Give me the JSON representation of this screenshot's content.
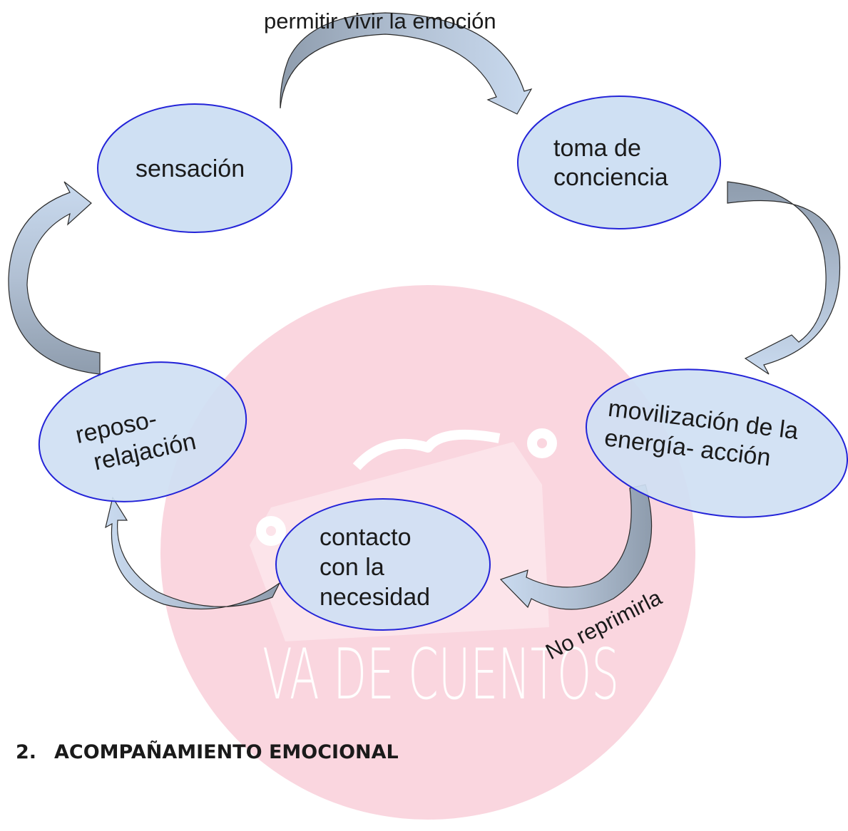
{
  "nodes": {
    "sensacion": [
      "sensación"
    ],
    "toma": [
      "toma de",
      "conciencia"
    ],
    "movilizacion": [
      "movilización de la",
      "energía- acción"
    ],
    "contacto": [
      "contacto",
      "con la",
      "necesidad"
    ],
    "reposo": [
      "reposo-",
      "relajación"
    ]
  },
  "edge_labels": {
    "top": "permitir vivir la emoción",
    "bottom_right": "No reprimirla"
  },
  "watermark": {
    "text": "VA DE CUENTOS",
    "color": "#f9c8d4"
  },
  "heading": {
    "number": "2.",
    "text": "ACOMPAÑAMIENTO EMOCIONAL"
  },
  "colors": {
    "node_fill": "#cfe0f3",
    "node_stroke": "#2323d8",
    "arrow_light": "#c9daef",
    "arrow_dark": "#8e9cad",
    "text": "#1a1a1a"
  }
}
